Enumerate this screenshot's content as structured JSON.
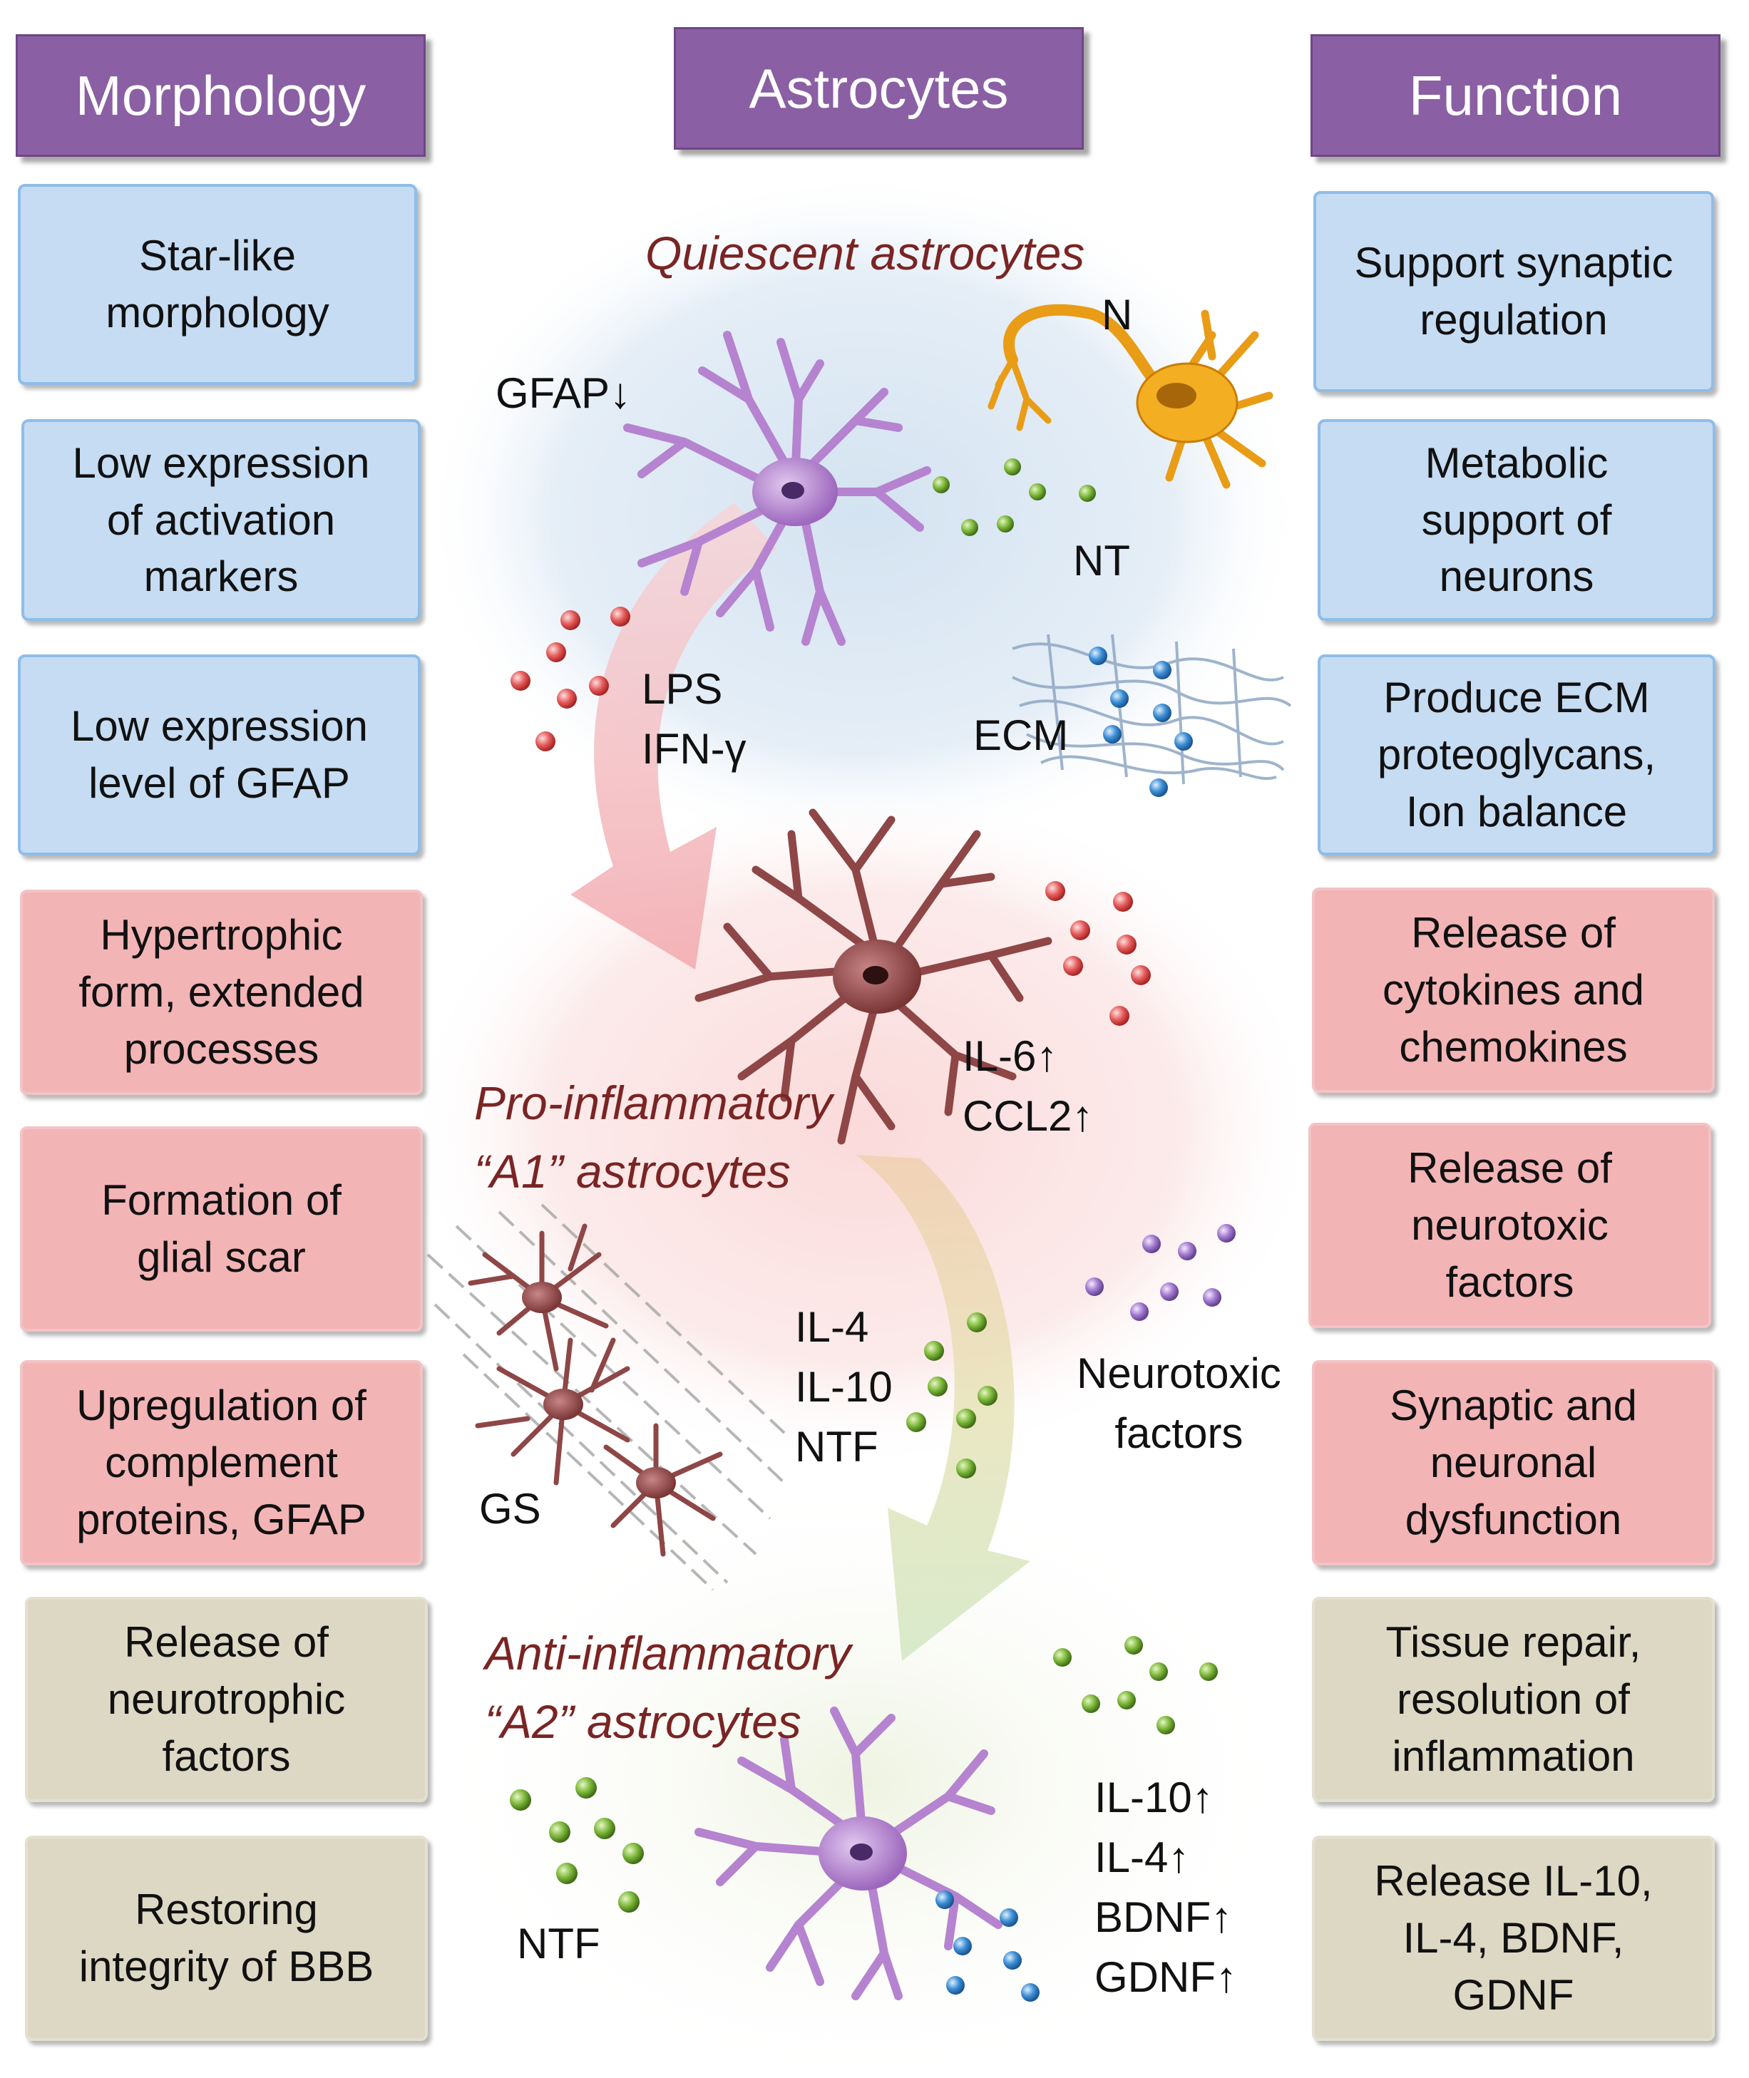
{
  "headers": {
    "left": "Morphology",
    "center": "Astrocytes",
    "right": "Function"
  },
  "morphology": [
    "Star-like\nmorphology",
    "Low expression\nof activation\nmarkers",
    "Low expression\nlevel of GFAP",
    "Hypertrophic\nform, extended\nprocesses",
    "Formation of\nglial scar",
    "Upregulation of\ncomplement\nproteins, GFAP",
    "Release of\nneurotrophic\nfactors",
    "Restoring\nintegrity of BBB"
  ],
  "function": [
    "Support synaptic\nregulation",
    "Metabolic\nsupport of\nneurons",
    "Produce ECM\nproteoglycans,\nIon balance",
    "Release of\ncytokines and\nchemokines",
    "Release of\nneurotoxic\nfactors",
    "Synaptic and\nneuronal\ndysfunction",
    "Tissue repair,\nresolution of\ninflammation",
    "Release IL-10,\nIL-4, BDNF,\nGDNF"
  ],
  "stages": {
    "quiescent": "Quiescent astrocytes",
    "a1": "Pro-inflammatory\n“A1” astrocytes",
    "a2": "Anti-inflammatory\n“A2” astrocytes"
  },
  "labels": {
    "gfap": "GFAP↓",
    "n": "N",
    "nt": "NT",
    "lps": "LPS\nIFN-γ",
    "ecm": "ECM",
    "il6": "IL-6↑\nCCL2↑",
    "il4": "IL-4\nIL-10\nNTF",
    "neurotoxic": "Neurotoxic\nfactors",
    "gs": "GS",
    "ntf": "NTF",
    "a2markers": "IL-10↑\nIL-4↑\nBDNF↑\nGDNF↑"
  },
  "colors": {
    "header": "#8a5fa3",
    "blue_box": "#c5dcf3",
    "pink_box": "#f3b4b6",
    "tan_box": "#ddd8c4",
    "stage_text": "#7a2424",
    "quiescent_cell": "#b583cf",
    "reactive_cell": "#8e4646",
    "neuron": "#f0a81e",
    "dot_green": "#6fa32a",
    "dot_red": "#e35555",
    "dot_blue": "#3c8ed6",
    "dot_purple": "#a279d0"
  }
}
